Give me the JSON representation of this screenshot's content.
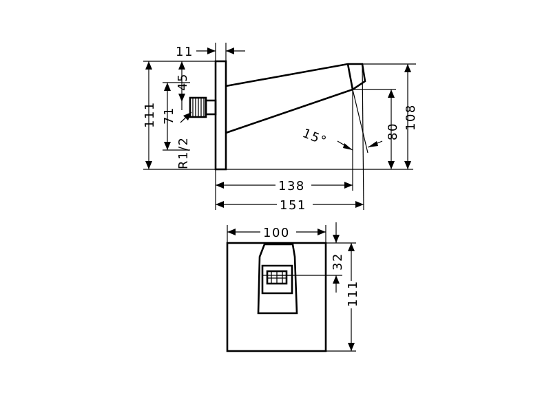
{
  "side_view": {
    "dim_wall_thickness": "11",
    "dim_thread_height": "45",
    "dim_thread_position": "71",
    "dim_thread_size": "R1/2",
    "dim_total_height": "111",
    "dim_spout_height": "108",
    "dim_outlet_height": "80",
    "dim_angle": "15°",
    "dim_outlet_length": "138",
    "dim_total_length": "151"
  },
  "front_view": {
    "dim_plate_width": "100",
    "dim_outlet_offset": "32",
    "dim_plate_height": "111"
  }
}
